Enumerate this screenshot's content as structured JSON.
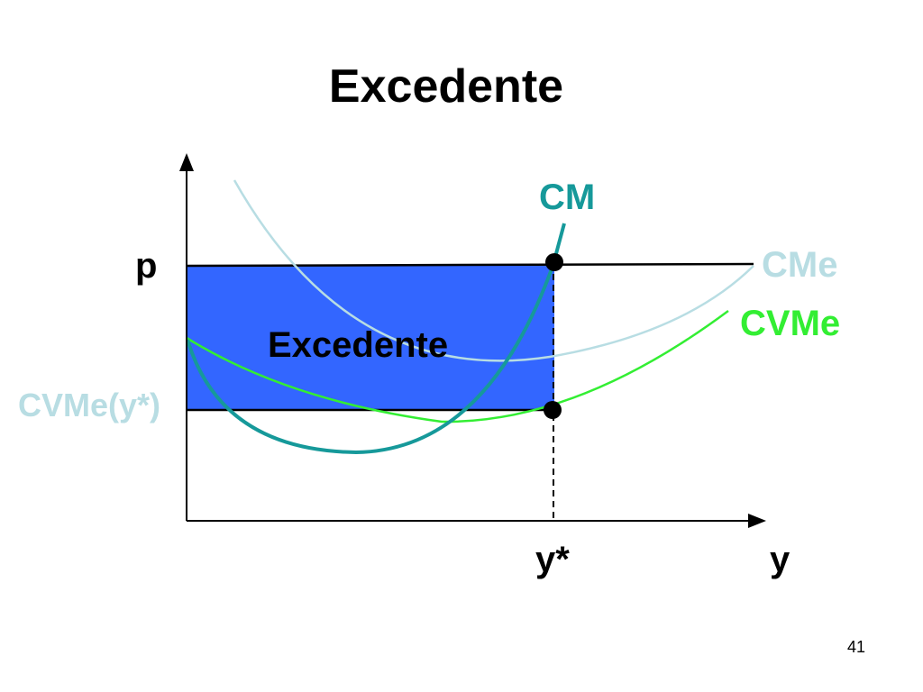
{
  "slide": {
    "title": "Excedente",
    "page_number": "41"
  },
  "diagram": {
    "axis_labels": {
      "price": "p",
      "quantity": "y",
      "quantity_optimal": "y*",
      "cvme_at_optimum": "CVMe(y*)"
    },
    "curves": {
      "cm": "CM",
      "cme": "CMe",
      "cvme": "CVMe"
    },
    "region_label": "Excedente"
  },
  "colors": {
    "surplus_fill": "#3366ff",
    "cm_curve": "#16999a",
    "cme_curve": "#b8dde3",
    "cvme_curve": "#33ee33",
    "axis": "#000000"
  }
}
